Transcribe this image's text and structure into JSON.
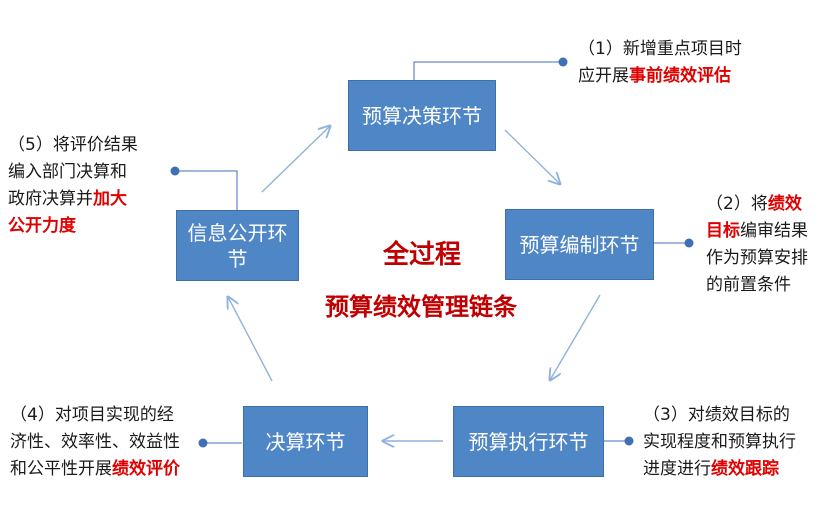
{
  "boxes": {
    "decision": "预算决策环节",
    "compile": "预算编制环节",
    "execute": "预算执行环节",
    "final_account": "决算环节",
    "disclosure": "信息公开环节"
  },
  "center": {
    "line1": "全过程",
    "line2": "预算绩效管理链条"
  },
  "notes": {
    "n1": {
      "a": "（1）新增重点项目时",
      "b": "应开展",
      "hl": "事前绩效评估"
    },
    "n2": {
      "a": "（2）将",
      "hl1": "绩效",
      "hl2": "目标",
      "b": "编审结果",
      "c": "作为预算安排",
      "d": "的前置条件"
    },
    "n3": {
      "a": "（3）对绩效目标的",
      "b": "实现程度和预算执行",
      "c": "进度进行",
      "hl": "绩效跟踪"
    },
    "n4": {
      "a": "（4）对项目实现的经",
      "b": "济性、效率性、效益性",
      "c": "和公平性开展",
      "hl": "绩效评价"
    },
    "n5": {
      "a": "（5）将评价结果",
      "b": "编入部门决算和",
      "c": "政府决算并",
      "hl1": "加大",
      "hl2": "公开力度"
    }
  },
  "colors": {
    "box_fill": "#4f86c6",
    "box_text": "#ffffff",
    "arrow": "#8fb3db",
    "connector": "#3f6fb5",
    "highlight": "#e00000",
    "center_title": "#c00000"
  }
}
